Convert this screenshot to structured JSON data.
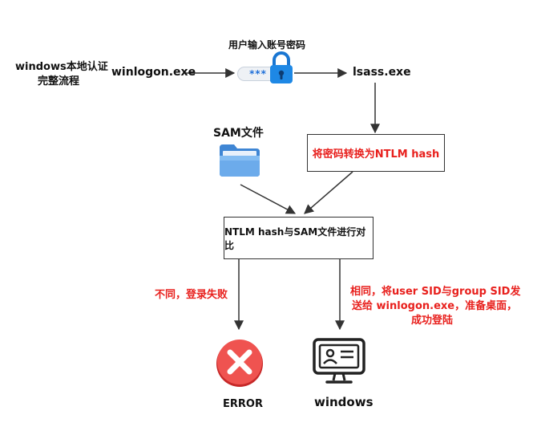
{
  "title_line1": "windows本地认证",
  "title_line2": "完整流程",
  "winlogon_label": "winlogon.exe",
  "user_input_label": "用户输入账号密码",
  "password_mask": "***",
  "lsass_label": "lsass.exe",
  "sam_file_label": "SAM文件",
  "convert_box_label": "将密码转换为NTLM hash",
  "compare_box_label": "NTLM hash与SAM文件进行对比",
  "fail_label": "不同，登录失败",
  "success_line1": "相同，将user SID与group SID发",
  "success_line2": "送给 winlogon.exe，准备桌面，",
  "success_line3": "成功登陆",
  "error_label": "ERROR",
  "windows_label": "windows",
  "colors": {
    "accent_red": "#e8201d",
    "lock_blue": "#1e88e5",
    "folder_blue": "#5aa0e8",
    "error_red": "#e53935"
  },
  "icons": [
    "lock-icon",
    "password-field-icon",
    "folder-icon",
    "error-x-icon",
    "monitor-user-icon"
  ]
}
